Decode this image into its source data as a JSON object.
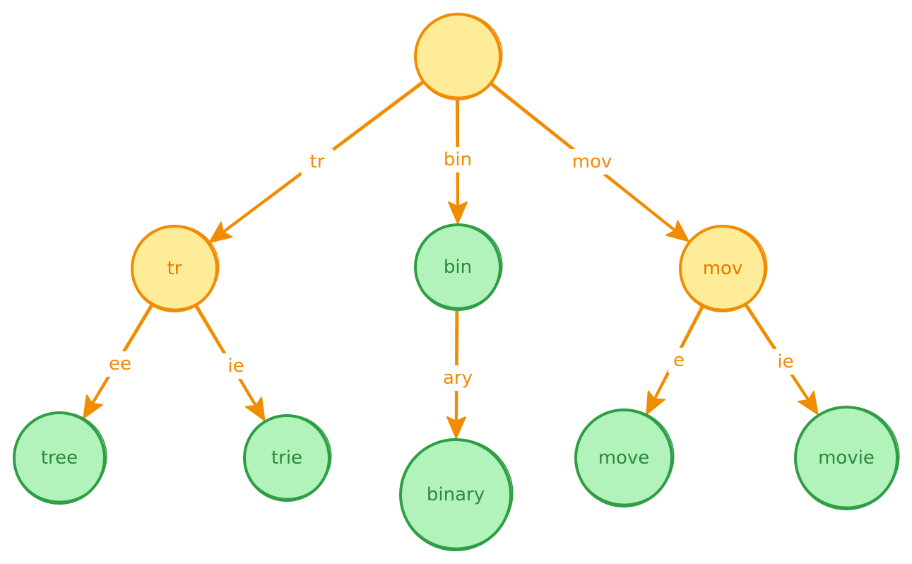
{
  "colors": {
    "internal_fill": "#ffec99",
    "internal_stroke": "#f08c00",
    "leaf_fill": "#b2f2bb",
    "leaf_stroke": "#2f9e44",
    "edge": "#f08c00"
  },
  "nodes": {
    "root": {
      "label": "",
      "kind": "internal"
    },
    "tr": {
      "label": "tr",
      "kind": "internal"
    },
    "bin": {
      "label": "bin",
      "kind": "leaf"
    },
    "mov": {
      "label": "mov",
      "kind": "internal"
    },
    "tree": {
      "label": "tree",
      "kind": "leaf"
    },
    "trie": {
      "label": "trie",
      "kind": "leaf"
    },
    "binary": {
      "label": "binary",
      "kind": "leaf"
    },
    "move": {
      "label": "move",
      "kind": "leaf"
    },
    "movie": {
      "label": "movie",
      "kind": "leaf"
    }
  },
  "edges": [
    {
      "id": "root-tr",
      "from": "root",
      "to": "tr",
      "label": "tr"
    },
    {
      "id": "root-bin",
      "from": "root",
      "to": "bin",
      "label": "bin"
    },
    {
      "id": "root-mov",
      "from": "root",
      "to": "mov",
      "label": "mov"
    },
    {
      "id": "tr-tree",
      "from": "tr",
      "to": "tree",
      "label": "ee"
    },
    {
      "id": "tr-trie",
      "from": "tr",
      "to": "trie",
      "label": "ie"
    },
    {
      "id": "bin-binary",
      "from": "bin",
      "to": "binary",
      "label": "ary"
    },
    {
      "id": "mov-move",
      "from": "mov",
      "to": "move",
      "label": "e"
    },
    {
      "id": "mov-movie",
      "from": "mov",
      "to": "movie",
      "label": "ie"
    }
  ]
}
